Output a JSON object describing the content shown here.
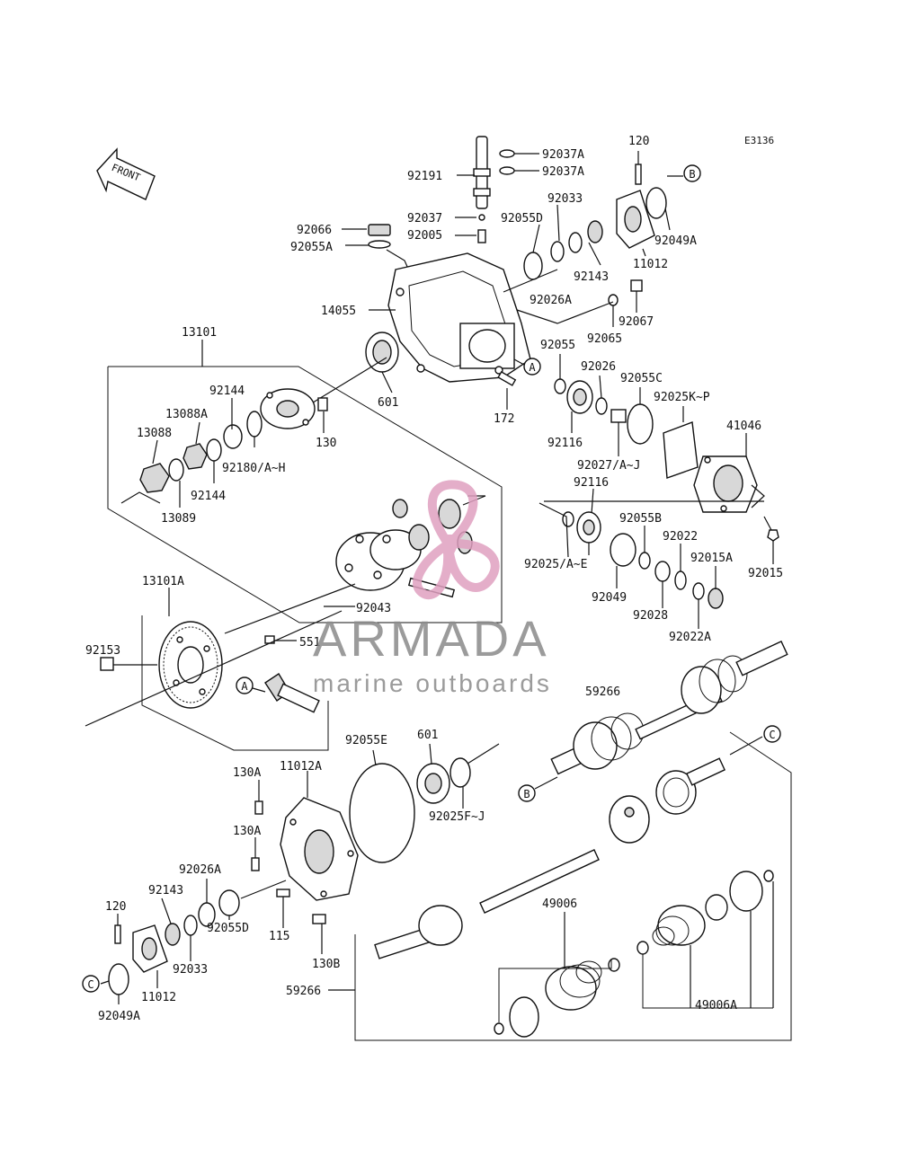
{
  "diagram_code": "E3136",
  "front_label": "FRONT",
  "watermark": {
    "title": "ARMADA",
    "subtitle": "marine outboards",
    "accent": "#e0a0c0"
  },
  "callouts": {
    "a": "A",
    "b": "B",
    "c": "C"
  },
  "parts": {
    "p92037A_1": "92037A",
    "p92037A_2": "92037A",
    "p92191": "92191",
    "p120_top": "120",
    "p92037": "92037",
    "p92033_top": "92033",
    "p92005": "92005",
    "p92055D_top": "92055D",
    "p92066": "92066",
    "p92055A": "92055A",
    "p92049A_top": "92049A",
    "p92143_top": "92143",
    "p11012_top": "11012",
    "p92026A_top": "92026A",
    "p14055": "14055",
    "p92067": "92067",
    "p92065": "92065",
    "p13101": "13101",
    "p92055": "92055",
    "p92026": "92026",
    "p601_top": "601",
    "p92055C": "92055C",
    "p92144_1": "92144",
    "p13088A": "13088A",
    "p172": "172",
    "p130": "130",
    "p92025KP": "92025K~P",
    "p13088": "13088",
    "p92116_1": "92116",
    "p41046": "41046",
    "p92180": "92180/A~H",
    "p92144_2": "92144",
    "p92027": "92027/A~J",
    "p13089": "13089",
    "p92116_2": "92116",
    "p92055B": "92055B",
    "p92022": "92022",
    "p92015A": "92015A",
    "p92025AE": "92025/A~E",
    "p92015": "92015",
    "p13101A": "13101A",
    "p92049": "92049",
    "p92028": "92028",
    "p92043": "92043",
    "p92022A": "92022A",
    "p92153": "92153",
    "p551": "551",
    "p59266_top": "59266",
    "p92055E": "92055E",
    "p601_bot": "601",
    "p130A_1": "130A",
    "p11012A": "11012A",
    "p92025FJ": "92025F~J",
    "p130A_2": "130A",
    "p92026A_bot": "92026A",
    "p49006": "49006",
    "p120_bot": "120",
    "p92143_bot": "92143",
    "p92055D_bot": "92055D",
    "p115": "115",
    "p92033_bot": "92033",
    "p130B": "130B",
    "p11012_bot": "11012",
    "p59266_bot": "59266",
    "p49006A": "49006A",
    "p92049A_bot": "92049A"
  }
}
